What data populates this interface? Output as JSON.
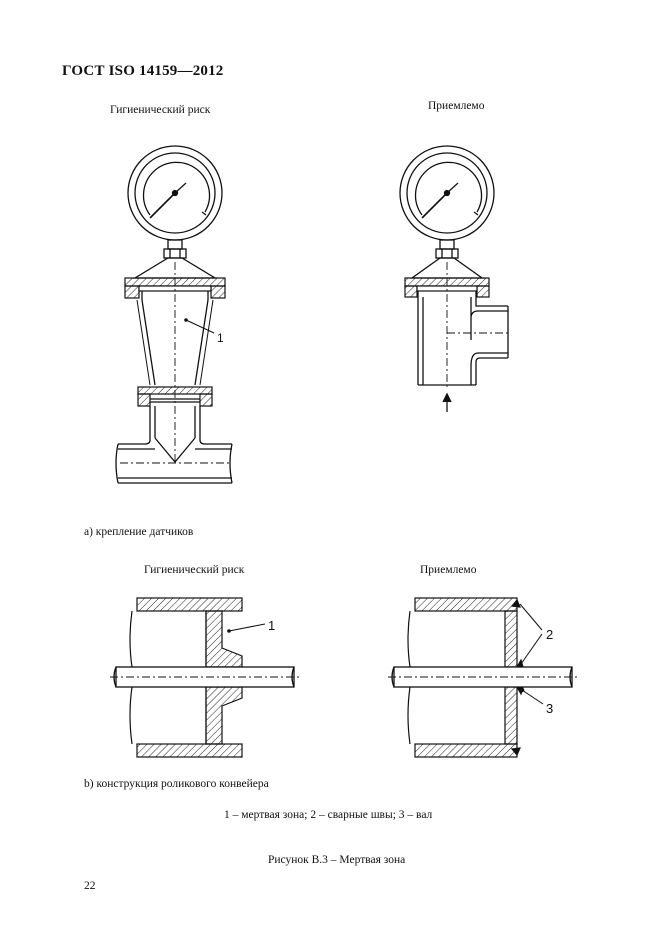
{
  "header": {
    "title": "ГОСТ ISO 14159—2012"
  },
  "figure_a": {
    "left_title": "Гигиенический риск",
    "right_title": "Приемлемо",
    "callout_left": "1",
    "caption": "а) крепление датчиков"
  },
  "figure_b": {
    "left_title": "Гигиенический риск",
    "right_title": "Приемлемо",
    "callout_left": "1",
    "callout_weld": "2",
    "callout_shaft": "3",
    "caption": "b) конструкция роликового конвейера"
  },
  "legend": "1 – мертвая зона; 2 – сварные швы; 3 – вал",
  "figure_title": "Рисунок В.3 – Мертвая зона",
  "page_number": "22"
}
